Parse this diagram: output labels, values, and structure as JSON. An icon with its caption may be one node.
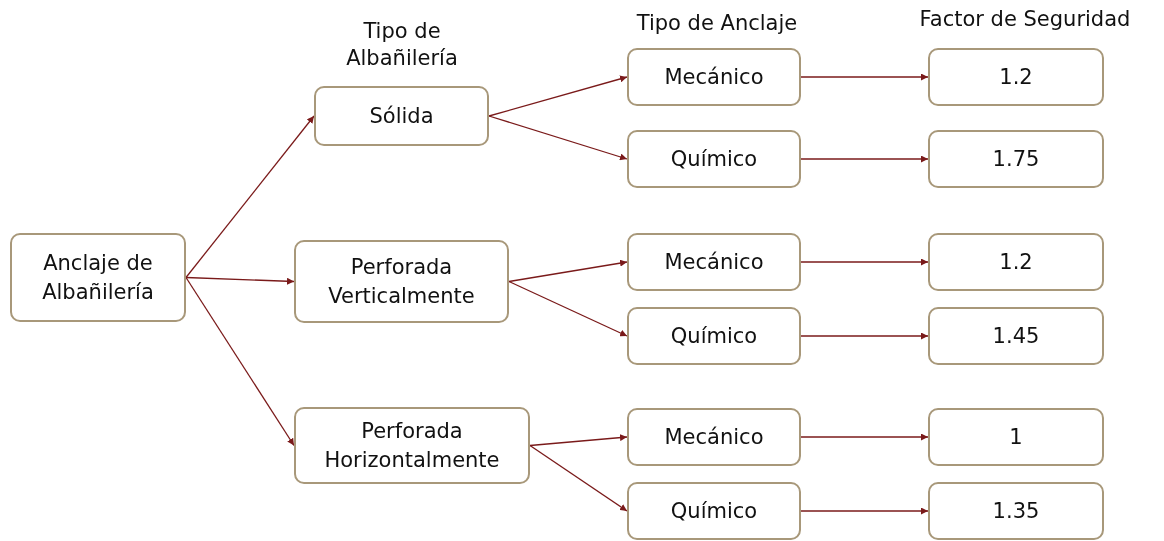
{
  "diagram": {
    "nodes": [
      {
        "text": [
          "Anclaje de Albañilería"
        ]
      },
      {
        "text": [
          "Sólida"
        ]
      },
      {
        "text": [
          "Perforada Verticalmente"
        ]
      },
      {
        "text": [
          "Perforada Horizontalmente"
        ]
      },
      {
        "text": [
          "Mecánico"
        ]
      },
      {
        "text": [
          "Químico"
        ]
      },
      {
        "text": [
          "Mecánico"
        ]
      },
      {
        "text": [
          "Químico"
        ]
      },
      {
        "text": [
          "Mecánico"
        ]
      },
      {
        "text": [
          "Químico"
        ]
      },
      {
        "text": [
          "1.2"
        ]
      },
      {
        "text": [
          "1.75"
        ]
      },
      {
        "text": [
          "1.2"
        ]
      },
      {
        "text": [
          "1.45"
        ]
      },
      {
        "text": [
          "1"
        ]
      },
      {
        "text": [
          "1.35"
        ]
      }
    ],
    "edges": [
      {
        "from": 0,
        "to": 1,
        "arrow": "to"
      },
      {
        "from": 0,
        "to": 2,
        "arrow": "to"
      },
      {
        "from": 0,
        "to": 3,
        "arrow": "to"
      },
      {
        "from": 1,
        "to": 4,
        "arrow": "to"
      },
      {
        "from": 1,
        "to": 5,
        "arrow": "to"
      },
      {
        "from": 2,
        "to": 6,
        "arrow": "to"
      },
      {
        "from": 2,
        "to": 7,
        "arrow": "to"
      },
      {
        "from": 3,
        "to": 8,
        "arrow": "to"
      },
      {
        "from": 3,
        "to": 9,
        "arrow": "to"
      },
      {
        "from": 4,
        "to": 10,
        "arrow": "to"
      },
      {
        "from": 5,
        "to": 11,
        "arrow": "to"
      },
      {
        "from": 6,
        "to": 12,
        "arrow": "to"
      },
      {
        "from": 7,
        "to": 13,
        "arrow": "to"
      },
      {
        "from": 8,
        "to": 14,
        "arrow": "to"
      },
      {
        "from": 9,
        "to": 15,
        "arrow": "to"
      }
    ],
    "labels": [
      "Tipo de Albañilería",
      "Tipo de Anclaje",
      "Factor de Seguridad"
    ]
  }
}
